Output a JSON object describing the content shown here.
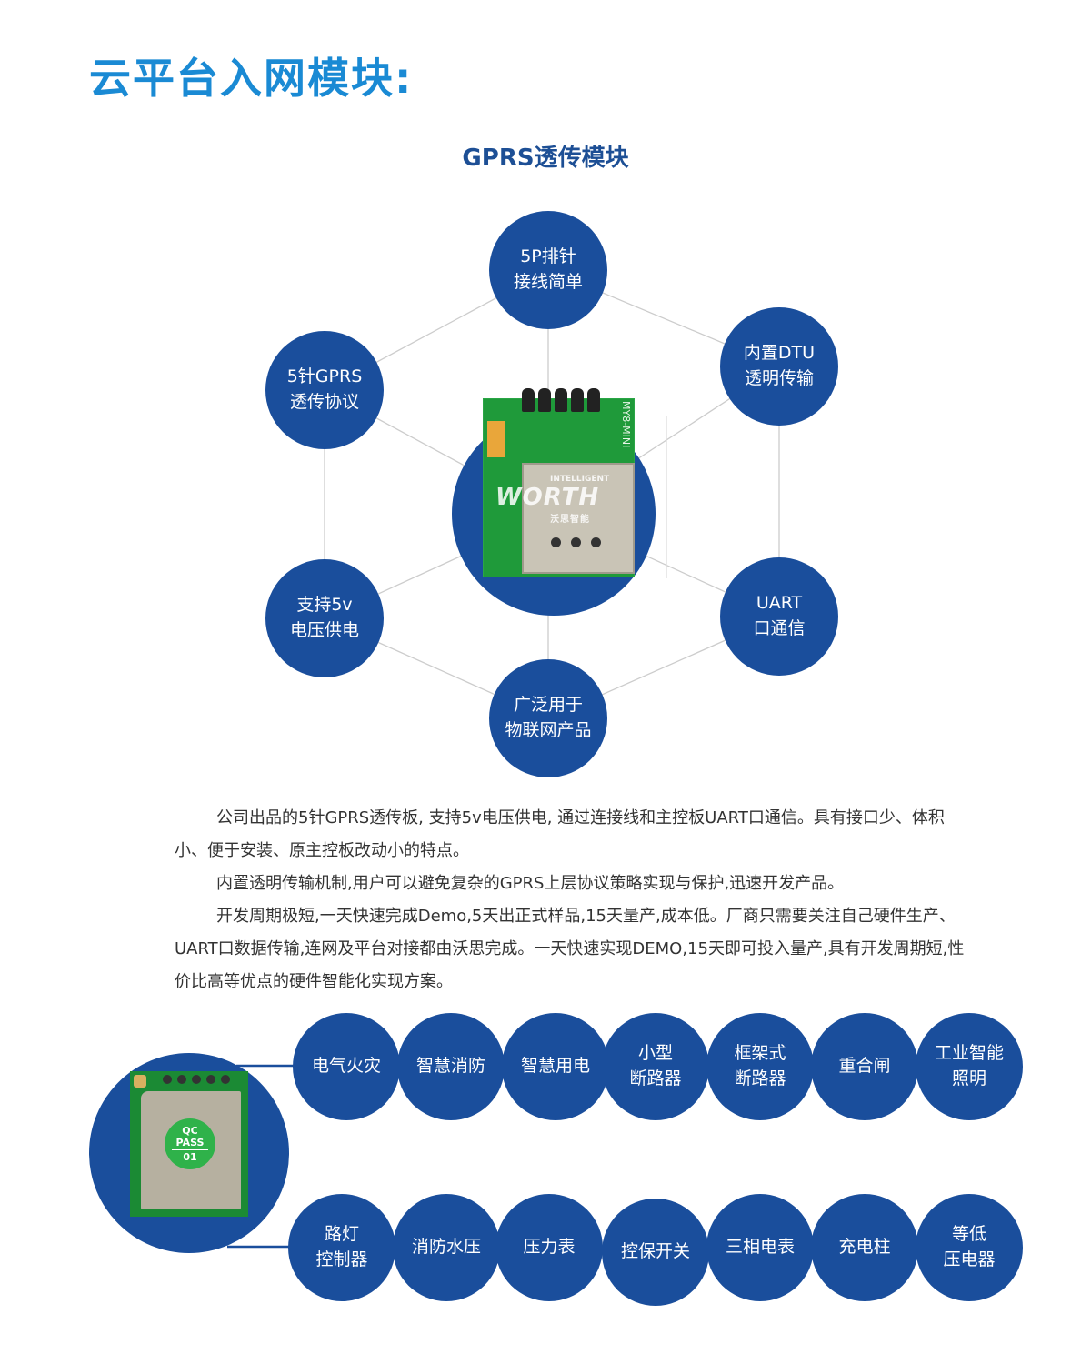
{
  "header": {
    "title": "云平台入网模块:",
    "subtitle": "GPRS透传模块"
  },
  "colors": {
    "title": "#1a8ad4",
    "subtitle": "#1d4f95",
    "circle": "#1a4e9c",
    "pcb_green": "#1f9a3a",
    "line_gray": "#cccccc"
  },
  "features": [
    {
      "line1": "5P排针",
      "line2": "接线简单"
    },
    {
      "line1": "内置DTU",
      "line2": "透明传输"
    },
    {
      "line1": "UART",
      "line2": "口通信"
    },
    {
      "line1": "广泛用于",
      "line2": "物联网产品"
    },
    {
      "line1": "支持5v",
      "line2": "电压供电"
    },
    {
      "line1": "5针GPRS",
      "line2": "透传协议"
    }
  ],
  "center_board": {
    "board_label": "MY8-MINI",
    "logo_en_top": "INTELLIGENT",
    "logo_en": "WORTH",
    "logo_cn": "沃思智能"
  },
  "description": [
    "公司出品的5针GPRS透传板, 支持5v电压供电, 通过连接线和主控板UART口通信。具有接口少、体积小、便于安装、原主控板改动小的特点。",
    "内置透明传输机制,用户可以避免复杂的GPRS上层协议策略实现与保护,迅速开发产品。",
    "开发周期极短,一天快速完成Demo,5天出正式样品,15天量产,成本低。厂商只需要关注自己硬件生产、UART口数据传输,连网及平台对接都由沃思完成。一天快速实现DEMO,15天即可投入量产,具有开发周期短,性价比高等优点的硬件智能化实现方案。"
  ],
  "module": {
    "qc_line1": "QC",
    "qc_line2": "PASS",
    "qc_line3": "01"
  },
  "applications_top": [
    {
      "line1": "电气火灾",
      "line2": ""
    },
    {
      "line1": "智慧消防",
      "line2": ""
    },
    {
      "line1": "智慧用电",
      "line2": ""
    },
    {
      "line1": "小型",
      "line2": "断路器"
    },
    {
      "line1": "框架式",
      "line2": "断路器"
    },
    {
      "line1": "重合闸",
      "line2": ""
    },
    {
      "line1": "工业智能",
      "line2": "照明"
    }
  ],
  "applications_bottom": [
    {
      "line1": "路灯",
      "line2": "控制器"
    },
    {
      "line1": "消防水压",
      "line2": ""
    },
    {
      "line1": "压力表",
      "line2": ""
    },
    {
      "line1": "控保开关",
      "line2": ""
    },
    {
      "line1": "三相电表",
      "line2": ""
    },
    {
      "line1": "充电柱",
      "line2": ""
    },
    {
      "line1": "等低",
      "line2": "压电器"
    }
  ]
}
